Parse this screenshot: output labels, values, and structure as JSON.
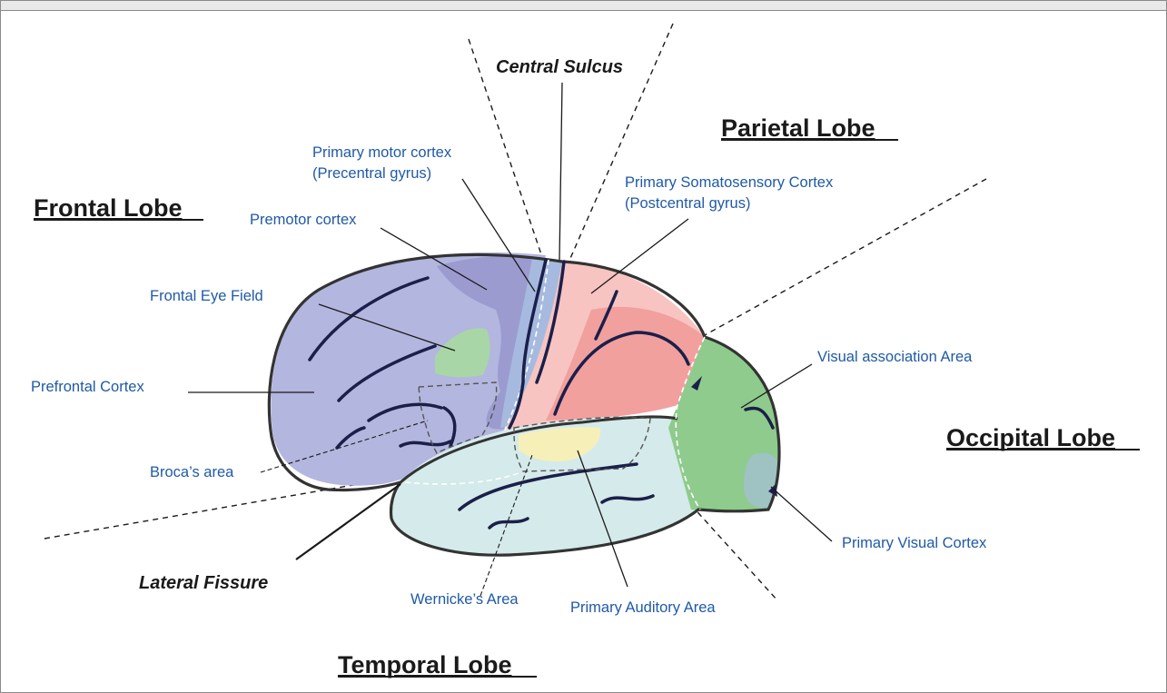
{
  "lobes": {
    "frontal": "Frontal Lobe",
    "parietal": "Parietal Lobe",
    "occipital": "Occipital Lobe",
    "temporal": "Temporal Lobe"
  },
  "fissures": {
    "central": "Central Sulcus",
    "lateral": "Lateral Fissure"
  },
  "areas": {
    "motor_line1": "Primary motor cortex",
    "motor_line2": "(Precentral gyrus)",
    "somato_line1": "Primary Somatosensory Cortex",
    "somato_line2": "(Postcentral gyrus)",
    "premotor": "Premotor cortex",
    "eye_field": "Frontal Eye Field",
    "prefrontal": "Prefrontal Cortex",
    "broca": "Broca’s area",
    "visual_assoc": "Visual association Area",
    "primary_visual": "Primary Visual Cortex",
    "wernicke": "Wernicke’s Area",
    "auditory": "Primary Auditory Area"
  },
  "colors": {
    "frontal": "#b3b6de",
    "premotor": "#9c9bcf",
    "motor": "#a6badf",
    "eye_field": "#a9d6a6",
    "parietal_light": "#f7c4c2",
    "parietal_dark": "#f1a09e",
    "temporal": "#d5eaea",
    "occipital": "#8ecb8c",
    "visual_primary": "#9ec3c2",
    "wernicke": "#f6f0b8",
    "label_blue": "#1f5aa6"
  }
}
